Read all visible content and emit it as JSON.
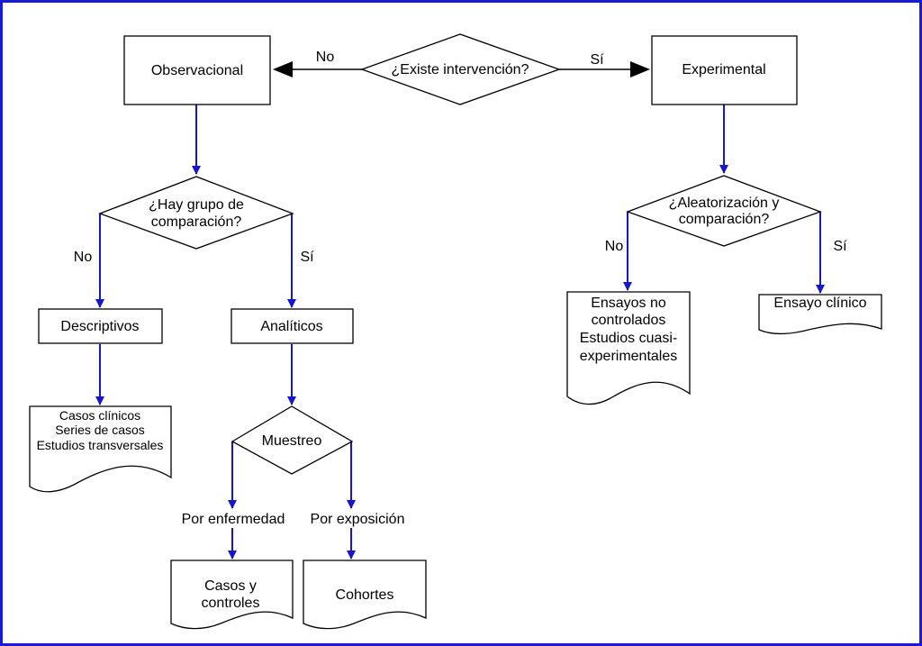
{
  "colors": {
    "border": "#1a1ad6",
    "arrow": "#1515d0",
    "line": "#000000",
    "background": "#ffffff"
  },
  "nodes": {
    "intervention": {
      "label": "¿Existe intervención?"
    },
    "observational": {
      "label": "Observacional"
    },
    "experimental": {
      "label": "Experimental"
    },
    "comparison_group": {
      "line1": "¿Hay grupo de",
      "line2": "comparación?"
    },
    "randomization": {
      "line1": "¿Aleatorización y",
      "line2": "comparación?"
    },
    "descriptive": {
      "label": "Descriptivos"
    },
    "analytic": {
      "label": "Analíticos"
    },
    "descriptive_doc": {
      "line1": "Casos clínicos",
      "line2": "Series de casos",
      "line3": "Estudios transversales"
    },
    "sampling": {
      "label": "Muestreo"
    },
    "uncontrolled_doc": {
      "line1": "Ensayos no",
      "line2": "controlados",
      "line3": "Estudios cuasi-",
      "line4": "experimentales"
    },
    "clinical_trial_doc": {
      "label": "Ensayo clínico"
    },
    "case_control_doc": {
      "line1": "Casos y",
      "line2": "controles"
    },
    "cohort_doc": {
      "label": "Cohortes"
    }
  },
  "edge_labels": {
    "top_no": "No",
    "top_yes": "Sí",
    "left_no": "No",
    "left_yes": "Sí",
    "right_no": "No",
    "right_yes": "Sí",
    "by_disease": "Por enfermedad",
    "by_exposure": "Por exposición"
  }
}
